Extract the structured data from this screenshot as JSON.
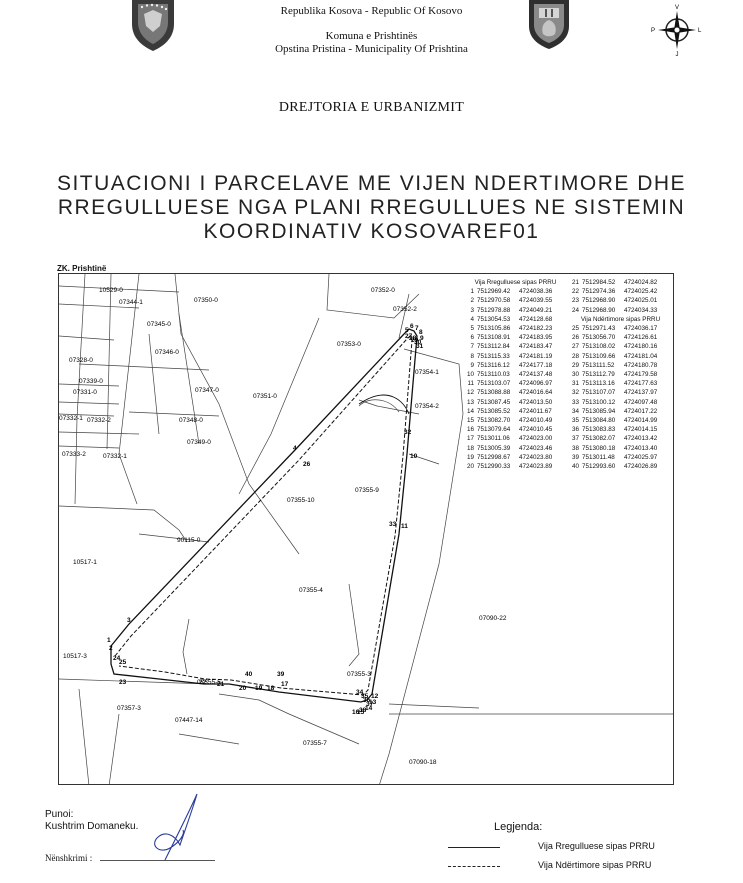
{
  "header": {
    "country": "Republika Kosova    - Republic Of Kosovo",
    "municipality_line1": "Komuna e Prishtinës",
    "municipality_line2": "Opstina Pristina - Municipality Of Prishtina",
    "compass": {
      "north": "V",
      "south": "J",
      "west": "P",
      "east": "L"
    }
  },
  "department": "DREJTORIA E URBANIZMIT",
  "title_lines": [
    "SITUACIONI I PARCELAVE ME VIJEN NDERTIMORE DHE",
    "RREGULLUESE NGA PLANI RREGULLUES NE SISTEMIN",
    "KOORDINATIV KOSOVAREF01"
  ],
  "zone_label": "ZK. Prishtinë",
  "parcels": [
    {
      "label": "10529-0"
    },
    {
      "label": "07344-1"
    },
    {
      "label": "07350-0"
    },
    {
      "label": "07352-0"
    },
    {
      "label": "07352-2"
    },
    {
      "label": "07345-0"
    },
    {
      "label": "07353-0"
    },
    {
      "label": "07346-0"
    },
    {
      "label": "07328-0"
    },
    {
      "label": "07339-0"
    },
    {
      "label": "07354-1"
    },
    {
      "label": "07331-0"
    },
    {
      "label": "07347-0"
    },
    {
      "label": "07351-0"
    },
    {
      "label": "07354-2"
    },
    {
      "label": "07332-1"
    },
    {
      "label": "07332-2"
    },
    {
      "label": "07348-0"
    },
    {
      "label": "07349-0"
    },
    {
      "label": "07333-2"
    },
    {
      "label": "07332-1"
    },
    {
      "label": "07355-10"
    },
    {
      "label": "07355-9"
    },
    {
      "label": "90115-0"
    },
    {
      "label": "10517-1"
    },
    {
      "label": "07355-4"
    },
    {
      "label": "07090-22"
    },
    {
      "label": "10517-3"
    },
    {
      "label": "07355-3"
    },
    {
      "label": "07355-5"
    },
    {
      "label": "07357-3"
    },
    {
      "label": "07447-14"
    },
    {
      "label": "07355-7"
    },
    {
      "label": "07090-18"
    }
  ],
  "vertex_labels": [
    "1",
    "2",
    "3",
    "4",
    "5",
    "6",
    "7",
    "8",
    "9",
    "10",
    "11",
    "12",
    "13",
    "14",
    "15",
    "16",
    "17",
    "18",
    "19",
    "20",
    "21",
    "22",
    "23",
    "24",
    "25",
    "26",
    "27",
    "28",
    "29",
    "30",
    "31",
    "32",
    "33",
    "34",
    "35",
    "36",
    "37",
    "38",
    "39",
    "40"
  ],
  "coordinates": {
    "heading_regulation": "Vija Rregulluese sipas PRRU",
    "heading_building": "Vija Ndërtimore sipas PRRU",
    "rows": [
      {
        "n": "1",
        "x": "7512969.42",
        "y": "4724038.36"
      },
      {
        "n": "2",
        "x": "7512970.58",
        "y": "4724039.55"
      },
      {
        "n": "3",
        "x": "7512978.88",
        "y": "4724049.21"
      },
      {
        "n": "4",
        "x": "7513054.53",
        "y": "4724128.68"
      },
      {
        "n": "5",
        "x": "7513105.86",
        "y": "4724182.23"
      },
      {
        "n": "6",
        "x": "7513108.91",
        "y": "4724183.95"
      },
      {
        "n": "7",
        "x": "7513112.84",
        "y": "4724183.47"
      },
      {
        "n": "8",
        "x": "7513115.33",
        "y": "4724181.19"
      },
      {
        "n": "9",
        "x": "7513116.12",
        "y": "4724177.18"
      },
      {
        "n": "10",
        "x": "7513110.03",
        "y": "4724137.48"
      },
      {
        "n": "11",
        "x": "7513103.07",
        "y": "4724096.97"
      },
      {
        "n": "12",
        "x": "7513088.88",
        "y": "4724016.64"
      },
      {
        "n": "13",
        "x": "7513087.45",
        "y": "4724013.50"
      },
      {
        "n": "14",
        "x": "7513085.52",
        "y": "4724011.67"
      },
      {
        "n": "15",
        "x": "7513082.70",
        "y": "4724010.49"
      },
      {
        "n": "16",
        "x": "7513079.64",
        "y": "4724010.45"
      },
      {
        "n": "17",
        "x": "7513011.06",
        "y": "4724023.00"
      },
      {
        "n": "18",
        "x": "7513005.39",
        "y": "4724023.46"
      },
      {
        "n": "19",
        "x": "7512998.67",
        "y": "4724023.80"
      },
      {
        "n": "20",
        "x": "7512990.33",
        "y": "4724023.89"
      },
      {
        "n": "21",
        "x": "7512984.52",
        "y": "4724024.82"
      },
      {
        "n": "22",
        "x": "7512974.36",
        "y": "4724025.42"
      },
      {
        "n": "23",
        "x": "7512968.90",
        "y": "4724025.01"
      },
      {
        "n": "24",
        "x": "7512968.90",
        "y": "4724034.33"
      },
      {
        "n": "25",
        "x": "7512971.43",
        "y": "4724036.17"
      },
      {
        "n": "26",
        "x": "7513056.70",
        "y": "4724126.61"
      },
      {
        "n": "27",
        "x": "7513108.02",
        "y": "4724180.16"
      },
      {
        "n": "28",
        "x": "7513109.66",
        "y": "4724181.04"
      },
      {
        "n": "29",
        "x": "7513111.52",
        "y": "4724180.78"
      },
      {
        "n": "30",
        "x": "7513112.79",
        "y": "4724179.58"
      },
      {
        "n": "31",
        "x": "7513113.16",
        "y": "4724177.63"
      },
      {
        "n": "32",
        "x": "7513107.07",
        "y": "4724137.97"
      },
      {
        "n": "33",
        "x": "7513100.12",
        "y": "4724097.48"
      },
      {
        "n": "34",
        "x": "7513085.94",
        "y": "4724017.22"
      },
      {
        "n": "35",
        "x": "7513084.80",
        "y": "4724014.99"
      },
      {
        "n": "36",
        "x": "7513083.83",
        "y": "4724014.15"
      },
      {
        "n": "37",
        "x": "7513082.07",
        "y": "4724013.42"
      },
      {
        "n": "38",
        "x": "7513080.18",
        "y": "4724013.40"
      },
      {
        "n": "39",
        "x": "7513011.48",
        "y": "4724025.97"
      },
      {
        "n": "40",
        "x": "7512993.60",
        "y": "4724026.89"
      }
    ]
  },
  "author": {
    "label": "Punoi:",
    "name": "Kushtrim Domaneku."
  },
  "signature_label": "Nënshkrimi :",
  "legend": {
    "title": "Legjenda:",
    "items": [
      {
        "label": "Vija Rregulluese sipas PRRU",
        "style": "solid"
      },
      {
        "label": "Vija Ndërtimore sipas PRRU",
        "style": "dashed"
      }
    ]
  }
}
